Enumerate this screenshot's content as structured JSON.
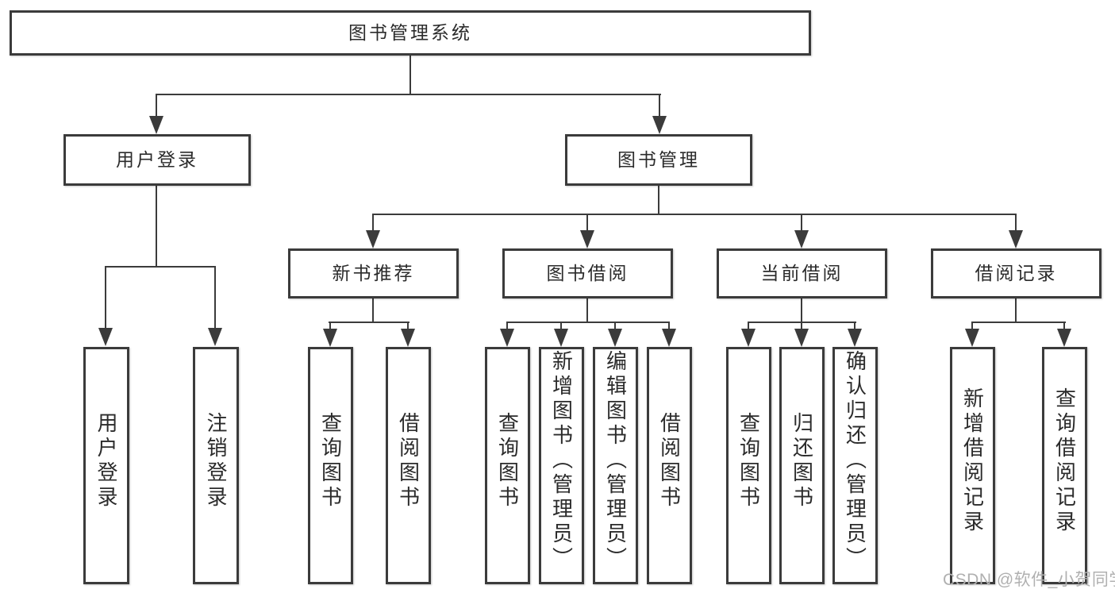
{
  "diagram": {
    "root": {
      "label": "图书管理系统"
    },
    "level2": [
      {
        "label": "用户登录"
      },
      {
        "label": "图书管理"
      }
    ],
    "level3": [
      {
        "label": "新书推荐"
      },
      {
        "label": "图书借阅"
      },
      {
        "label": "当前借阅"
      },
      {
        "label": "借阅记录"
      }
    ],
    "leaves": {
      "user_login": [
        "用户登录",
        "注销登录"
      ],
      "new_book_recommend": [
        "查询图书",
        "借阅图书"
      ],
      "book_borrow": [
        "查询图书",
        "新增图书（管理员）",
        "编辑图书（管理员）",
        "借阅图书"
      ],
      "current_borrow": [
        "查询图书",
        "归还图书",
        "确认归还（管理员）"
      ],
      "borrow_records": [
        "新增借阅记录",
        "查询借阅记录"
      ]
    }
  },
  "watermark": {
    "text": "CSDN @软件_小贺同学"
  },
  "colors": {
    "line": "#3b3b3b",
    "text": "#2b2b2b",
    "node_bg": "#ffffff",
    "page_bg": "#ffffff",
    "watermark": "#b0b0b0"
  }
}
